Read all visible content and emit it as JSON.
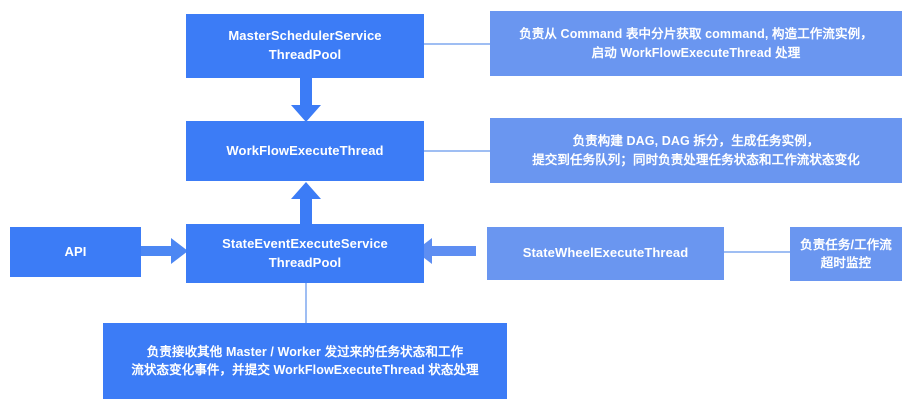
{
  "diagram": {
    "title": "DolphinScheduler Master Thread Architecture",
    "colors": {
      "dark_blue": "#3C7CF6",
      "light_blue": "#6A96F0",
      "connector_line": "#9FBEF3",
      "background": "#FFFFFF",
      "text": "#FFFFFF"
    },
    "nodes": {
      "master_scheduler": {
        "label": "MasterSchedulerService\nThreadPool",
        "style": "dark"
      },
      "master_scheduler_desc": {
        "label": "负责从 Command 表中分片获取 command, 构造工作流实例，\n启动 WorkFlowExecuteThread 处理",
        "style": "light"
      },
      "workflow_execute": {
        "label": "WorkFlowExecuteThread",
        "style": "dark"
      },
      "workflow_execute_desc": {
        "label": "负责构建 DAG, DAG 拆分，生成任务实例，\n提交到任务队列；同时负责处理任务状态和工作流状态变化",
        "style": "light"
      },
      "api": {
        "label": "API",
        "style": "dark"
      },
      "state_event_execute": {
        "label": "StateEventExecuteService\nThreadPool",
        "style": "dark"
      },
      "state_wheel_execute": {
        "label": "StateWheelExecuteThread",
        "style": "light"
      },
      "state_wheel_desc": {
        "label": "负责任务/工作流\n超时监控",
        "style": "light"
      },
      "state_event_desc": {
        "label": "负责接收其他 Master / Worker 发过来的任务状态和工作\n流状态变化事件，并提交 WorkFlowExecuteThread 状态处理",
        "style": "dark"
      }
    },
    "edges": {
      "scheduler_to_workflow": "down-arrow",
      "state_event_to_workflow": "up-arrow",
      "api_to_state_event": "right-arrow",
      "state_wheel_to_state_event": "left-arrow",
      "scheduler_to_desc": "line",
      "workflow_to_desc": "line",
      "state_wheel_to_desc": "line",
      "state_event_to_desc": "line"
    }
  }
}
